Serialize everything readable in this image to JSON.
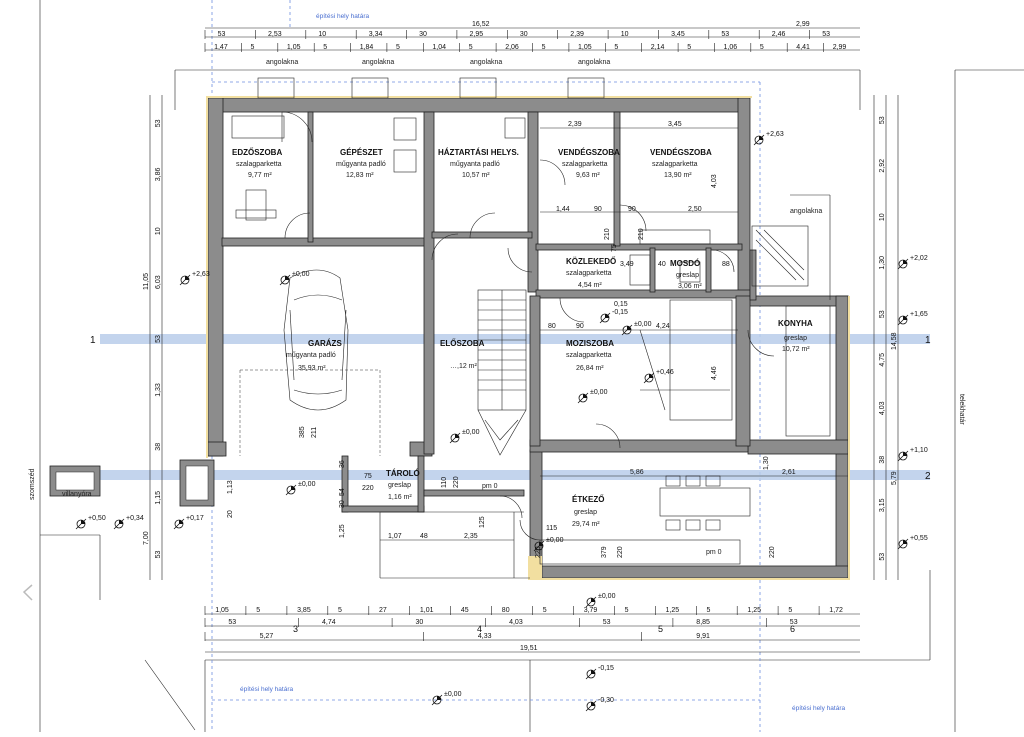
{
  "rooms": {
    "edzoszoba": {
      "name": "EDZŐSZOBA",
      "floor": "szalagparketta",
      "area": "9,77 m²"
    },
    "gepeszet": {
      "name": "GÉPÉSZET",
      "floor": "műgyanta padló",
      "area": "12,83 m²"
    },
    "haztartasi": {
      "name": "HÁZTARTÁSI HELYS.",
      "floor": "műgyanta padló",
      "area": "10,57 m²"
    },
    "vendeg1": {
      "name": "VENDÉGSZOBA",
      "floor": "szalagparketta",
      "area": "9,63 m²"
    },
    "vendeg2": {
      "name": "VENDÉGSZOBA",
      "floor": "szalagparketta",
      "area": "13,90 m²"
    },
    "garazs": {
      "name": "GARÁZS",
      "floor": "műgyanta padló",
      "area": "35,93 m²"
    },
    "eloszoba": {
      "name": "ELŐSZOBA",
      "area": "…,12 m²"
    },
    "kozlekedo": {
      "name": "KÖZLEKEDŐ",
      "floor": "szalagparketta",
      "area": "4,54 m²"
    },
    "mosdo": {
      "name": "MOSDÓ",
      "floor": "greslap",
      "area": "3,06 m²"
    },
    "moziszoba": {
      "name": "MOZISZOBA",
      "floor": "szalagparketta",
      "area": "26,84 m²"
    },
    "konyha": {
      "name": "KONYHA",
      "floor": "greslap",
      "area": "10,72 m²"
    },
    "tarolo": {
      "name": "TÁROLÓ",
      "floor": "greslap",
      "area": "1,16 m²"
    },
    "etkezo": {
      "name": "ÉTKEZŐ",
      "floor": "greslap",
      "area": "29,74 m²"
    }
  },
  "labels": {
    "angolakna": "angolakna",
    "epitesi_hely_hatara": "építési hely határa",
    "villanyora": "villanyóra",
    "pm0": "pm 0",
    "telekhatar": "telekhatár",
    "szomszed": "szomszéd"
  },
  "levels": {
    "l000": "±0,00",
    "p263": "+2,63",
    "p202": "+2,02",
    "p165": "+1,65",
    "p110": "+1,10",
    "p055": "+0,55",
    "p050": "+0,50",
    "p034": "+0,34",
    "p017": "+0,17",
    "m015": "-0,15",
    "m030": "-0,30",
    "p046": "+0,46",
    "m015b": "-0,15"
  },
  "axes": {
    "a1": "1",
    "a2": "2",
    "b3": "3",
    "b4": "4",
    "b5": "5",
    "b6": "6"
  },
  "dims": {
    "top1": [
      "53",
      "2,53",
      "10",
      "3,34",
      "30",
      "2,95",
      "30",
      "2,39",
      "10",
      "3,45",
      "53",
      "2,46",
      "53"
    ],
    "top_total": "16,52",
    "top_right": "2,99",
    "top2": [
      "1,47",
      "5",
      "1,05",
      "5",
      "1,84",
      "5",
      "1,04",
      "5",
      "2,06",
      "5",
      "1,05",
      "5",
      "2,14",
      "5",
      "1,06",
      "5",
      "4,41",
      "2,99"
    ],
    "bot1": [
      "1,05",
      "5",
      "3,85",
      "5",
      "27",
      "1,01",
      "45",
      "80",
      "5",
      "3,79",
      "5",
      "1,25",
      "5",
      "1,25",
      "5",
      "1,72"
    ],
    "bot2": [
      "53",
      "4,74",
      "30",
      "4,03",
      "53",
      "8,85",
      "53"
    ],
    "bot3": [
      "5,27",
      "4,33",
      "9,91"
    ],
    "bot_total": "19,51",
    "left1": [
      "53",
      "3,86",
      "10",
      "6,03",
      "53",
      "1,33",
      "38",
      "1,15",
      "53"
    ],
    "left_tot1": "11,05",
    "left_tot2": "7,00",
    "right1": [
      "53",
      "2,92",
      "10",
      "1,30",
      "53",
      "4,75",
      "4,03",
      "38",
      "3,15",
      "53"
    ],
    "right_tot": "14,58",
    "right_tot2": "5,79",
    "inner": {
      "d239": "2,39",
      "d345": "3,45",
      "d144": "1,44",
      "d90": "90",
      "d90b": "90",
      "d250": "2,50",
      "d210": "210",
      "d210b": "210",
      "d403": "4,03",
      "d75": "75",
      "d349": "3,49",
      "d040": "40",
      "d088": "88",
      "d015": "0,15",
      "d80": "80",
      "d90c": "90",
      "d424": "4,24",
      "d446": "4,46",
      "d586": "5,86",
      "d261": "2,61",
      "d130": "1,30",
      "d385": "385",
      "d211": "211",
      "d220": "220",
      "d110": "110",
      "d220b": "220",
      "d107": "1,07",
      "d48": "48",
      "d235": "2,35",
      "d115": "115",
      "d125": "125",
      "d379": "379",
      "d220c": "220",
      "d36": "36",
      "d30": "30",
      "d54": "54",
      "d125b": "1,25",
      "d113": "1,13",
      "d20": "20",
      "d220d": "220",
      "d75b": "75",
      "d220e": "220"
    }
  },
  "icons": [
    "level-marker-icon",
    "door-swing-icon",
    "car-outline-icon",
    "stair-icon"
  ]
}
